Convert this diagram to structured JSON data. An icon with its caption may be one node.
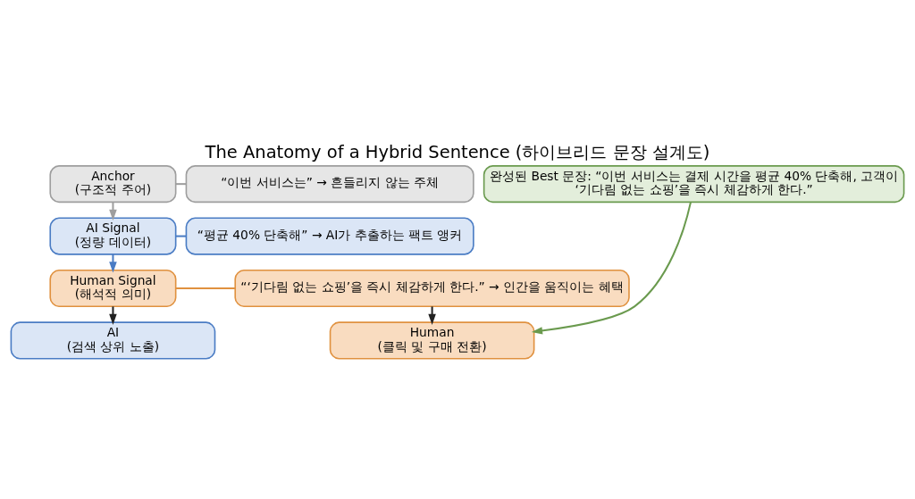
{
  "diagram": {
    "title": "The Anatomy of a Hybrid Sentence (하이브리드 문장 설계도)",
    "nodes": [
      {
        "text": [
          "완성된 Best 문장: “이번 서비스는 결제 시간을 평균 40% 단축해, 고객이 ‘기다림 없는 쇼핑’을 즉시 체감하게 한다.”"
        ]
      },
      {
        "text": [
          "Anchor",
          "(구조적 주어)"
        ]
      },
      {
        "text": [
          "“이번 서비스는” → 흔들리지 않는 주체"
        ]
      },
      {
        "text": [
          "AI Signal",
          "(정량 데이터)"
        ]
      },
      {
        "text": [
          "“평균 40% 단축해” → AI가 추출하는 팩트 앵커"
        ]
      },
      {
        "text": [
          "Human Signal",
          "(해석적 의미)"
        ]
      },
      {
        "text": [
          "“‘기다림 없는 쇼핑’을 즉시 체감하게 한다.” → 인간을 움직이는 혜택"
        ]
      },
      {
        "text": [
          "AI",
          "(검색 상위 노출)"
        ]
      },
      {
        "text": [
          "Human",
          "(클릭 및 구매 전환)"
        ]
      }
    ],
    "edges": [
      {
        "from": 1,
        "to": 2,
        "arrow": "none",
        "color": "#9e9e9e"
      },
      {
        "from": 1,
        "to": 3,
        "arrow": "to",
        "color": "#9e9e9e"
      },
      {
        "from": 3,
        "to": 4,
        "arrow": "none",
        "color": "#4a7cc4"
      },
      {
        "from": 3,
        "to": 5,
        "arrow": "to",
        "color": "#4a7cc4"
      },
      {
        "from": 5,
        "to": 6,
        "arrow": "none",
        "color": "#e0913f"
      },
      {
        "from": 5,
        "to": 7,
        "arrow": "to",
        "color": "#222222"
      },
      {
        "from": 6,
        "to": 8,
        "arrow": "to",
        "color": "#222222"
      },
      {
        "from": 0,
        "to": 8,
        "arrow": "to",
        "color": "#6a9a4e"
      }
    ]
  }
}
